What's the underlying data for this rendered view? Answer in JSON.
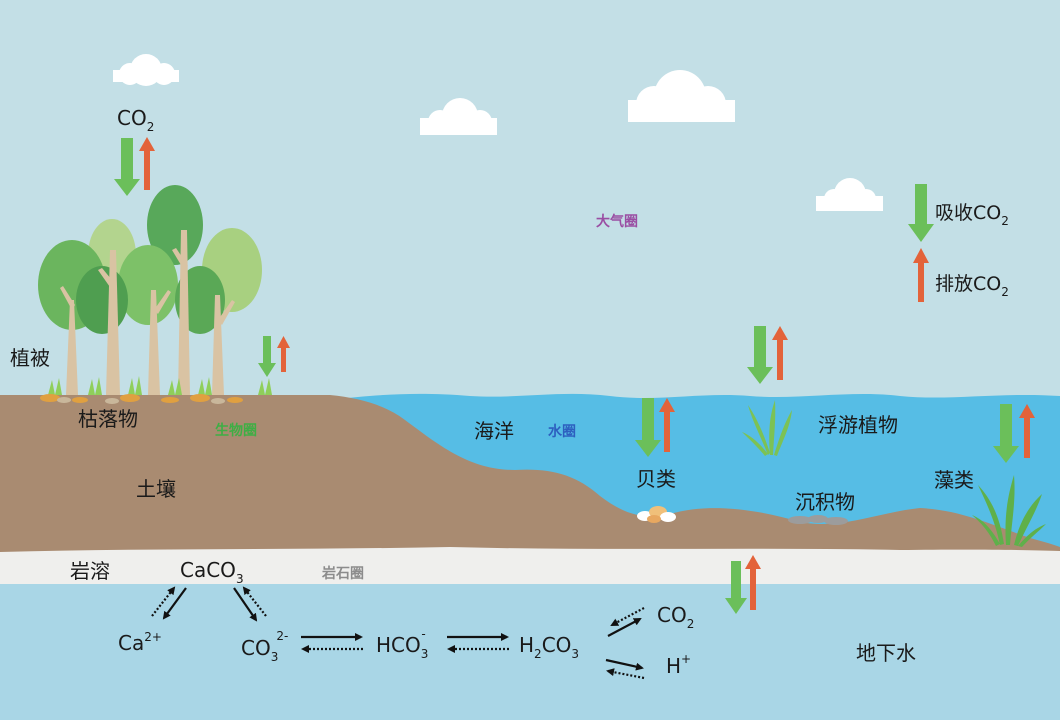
{
  "colors": {
    "sky": "#c3dfe6",
    "ocean": "#56bde5",
    "soil": "#a98b71",
    "groundwater": "#a9d6e6",
    "karst_band": "#efefed",
    "absorb_arrow": "#6bbf5a",
    "emit_arrow": "#e3633a",
    "atmosphere_label": "#9a4ea3",
    "hydrosphere_label": "#2d5fbf",
    "biosphere_label": "#3fae45",
    "lithosphere_label": "#8c8c8c"
  },
  "legend": {
    "absorb": {
      "text": "吸收CO",
      "sub": "2"
    },
    "emit": {
      "text": "排放CO",
      "sub": "2"
    }
  },
  "spheres": {
    "atmosphere": "大气圈",
    "hydrosphere": "水圈",
    "biosphere": "生物圈",
    "lithosphere": "岩石圈"
  },
  "labels": {
    "co2_top": {
      "text": "CO",
      "sub": "2"
    },
    "vegetation": "植被",
    "litter": "枯落物",
    "soil": "土壤",
    "ocean": "海洋",
    "shellfish": "贝类",
    "phytoplankton": "浮游植物",
    "sediment": "沉积物",
    "algae": "藻类",
    "karst": "岩溶",
    "groundwater": "地下水"
  },
  "chemistry": {
    "caco3": {
      "text": "CaCO",
      "sub": "3"
    },
    "ca2": {
      "text": "Ca",
      "sup": "2+"
    },
    "co3": {
      "text": "CO",
      "sub": "3",
      "sup": "2-"
    },
    "hco3": {
      "text": "HCO",
      "sub": "3",
      "sup": "-"
    },
    "h2co3": {
      "a": "H",
      "sub": "2",
      "b": "CO",
      "sub2": "3"
    },
    "co2": {
      "text": "CO",
      "sub": "2"
    },
    "h": {
      "text": "H",
      "sup": "+"
    }
  }
}
